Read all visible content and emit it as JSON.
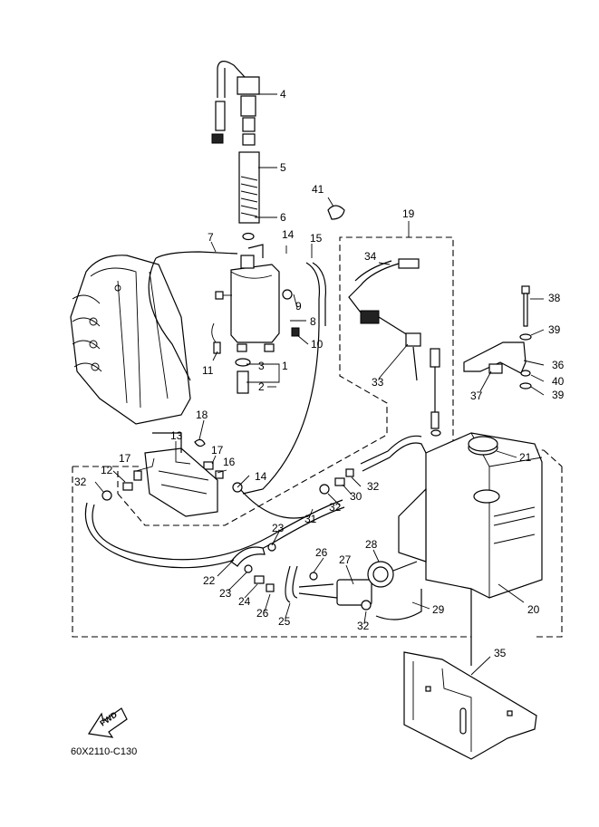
{
  "diagram": {
    "code": "60X2110-C130",
    "fwd_label": "FWD",
    "callouts": {
      "p1": "1",
      "p2": "2",
      "p3": "3",
      "p4": "4",
      "p5": "5",
      "p6": "6",
      "p7": "7",
      "p8": "8",
      "p9": "9",
      "p10": "10",
      "p11": "11",
      "p12": "12",
      "p13": "13",
      "p14a": "14",
      "p14b": "14",
      "p15": "15",
      "p16": "16",
      "p17a": "17",
      "p17b": "17",
      "p18": "18",
      "p19": "19",
      "p20": "20",
      "p21": "21",
      "p22": "22",
      "p23a": "23",
      "p23b": "23",
      "p24": "24",
      "p25": "25",
      "p26a": "26",
      "p26b": "26",
      "p27": "27",
      "p28": "28",
      "p29": "29",
      "p30": "30",
      "p31": "31",
      "p32a": "32",
      "p32b": "32",
      "p32c": "32",
      "p32d": "32",
      "p33": "33",
      "p34": "34",
      "p35": "35",
      "p36": "36",
      "p37": "37",
      "p38": "38",
      "p39a": "39",
      "p39b": "39",
      "p40": "40",
      "p41": "41"
    }
  }
}
